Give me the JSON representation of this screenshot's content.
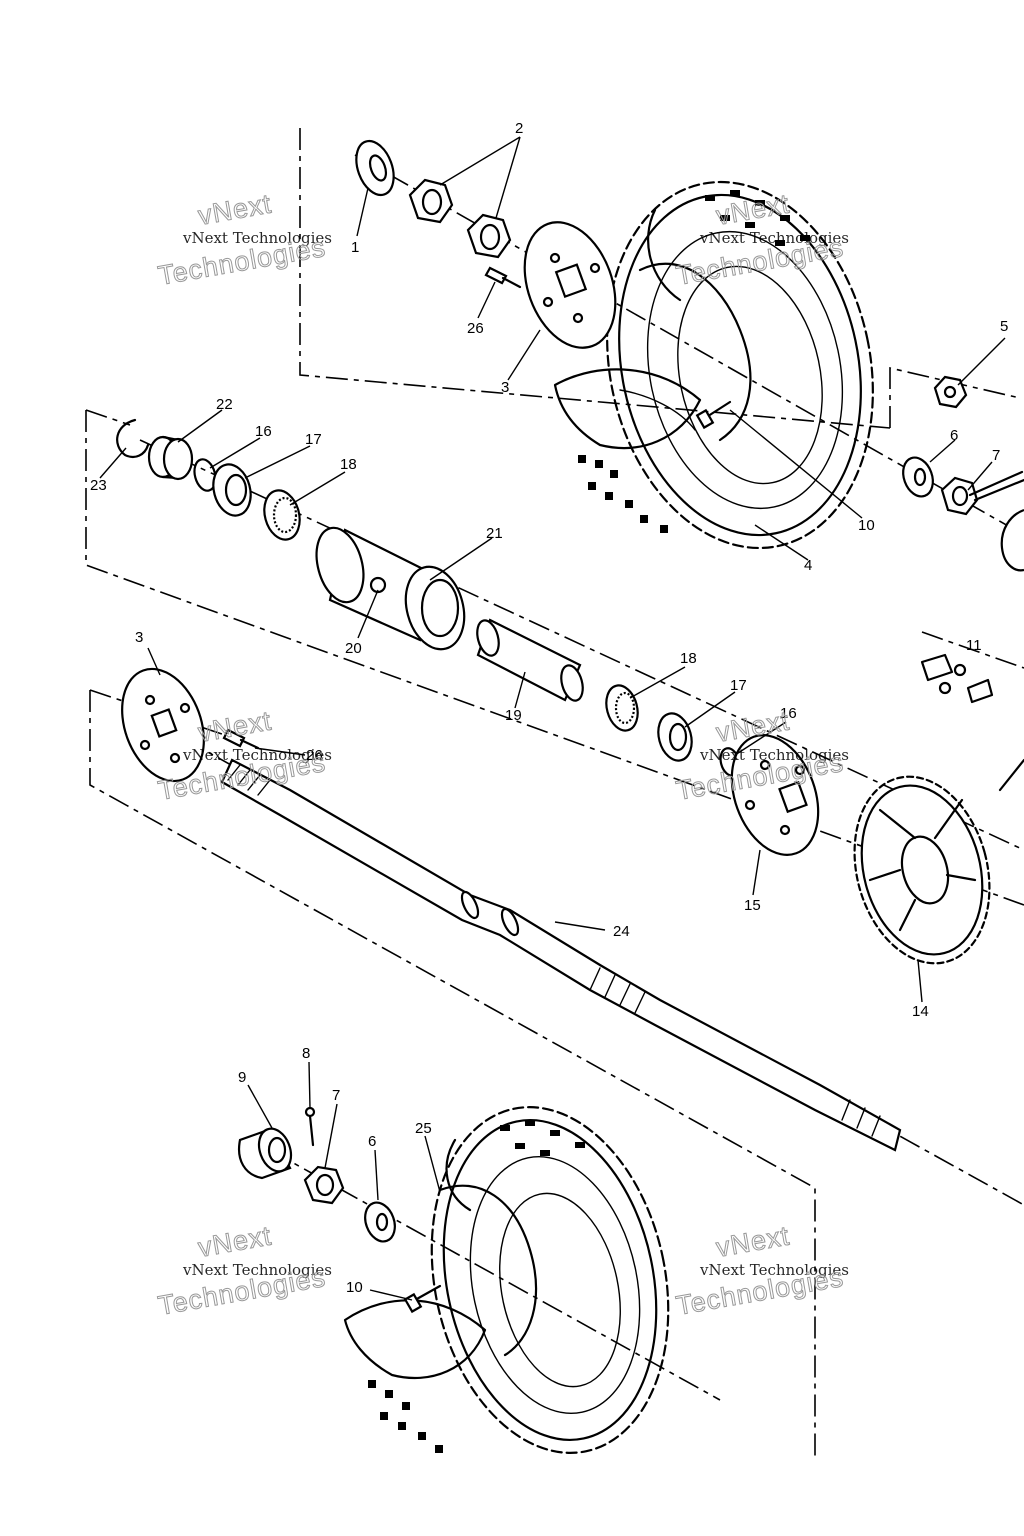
{
  "callouts": {
    "c1": "1",
    "c2": "2",
    "c3a": "3",
    "c3b": "3",
    "c4": "4",
    "c5": "5",
    "c6a": "6",
    "c6b": "6",
    "c7a": "7",
    "c7b": "7",
    "c8": "8",
    "c9": "9",
    "c10a": "10",
    "c10b": "10",
    "c11": "11",
    "c14": "14",
    "c15": "15",
    "c16a": "16",
    "c16b": "16",
    "c17a": "17",
    "c17b": "17",
    "c18a": "18",
    "c18b": "18",
    "c19": "19",
    "c20": "20",
    "c21": "21",
    "c22": "22",
    "c23": "23",
    "c24": "24",
    "c25": "25",
    "c26a": "26",
    "c26b": "26"
  },
  "watermark": {
    "line1": "vNext Technologies",
    "line2": "vNext",
    "line3": "Technologies"
  }
}
